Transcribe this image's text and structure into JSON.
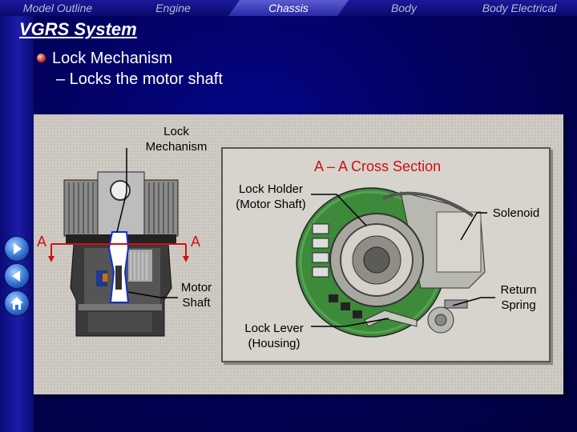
{
  "nav": {
    "items": [
      {
        "label": "Model Outline",
        "active": false
      },
      {
        "label": "Engine",
        "active": false
      },
      {
        "label": "Chassis",
        "active": true
      },
      {
        "label": "Body",
        "active": false
      },
      {
        "label": "Body Electrical",
        "active": false
      }
    ]
  },
  "slide": {
    "title": "VGRS System",
    "bullet": "Lock Mechanism",
    "sub_bullet": "– Locks the motor shaft"
  },
  "figure": {
    "section_title": "A – A Cross Section",
    "labels": {
      "lock_mechanism": "Lock\nMechanism",
      "motor_shaft": "Motor\nShaft",
      "a_left": "A",
      "a_right": "A",
      "lock_holder": "Lock Holder\n(Motor Shaft)",
      "solenoid": "Solenoid",
      "return_spring": "Return\nSpring",
      "lock_lever": "Lock Lever\n(Housing)"
    }
  },
  "buttons": {
    "next_icon": "arrow-right-icon",
    "prev_icon": "arrow-left-icon",
    "home_icon": "home-icon"
  },
  "colors": {
    "background": "#02024a",
    "accent_red": "#d01010",
    "panel": "#cfcbc4"
  }
}
